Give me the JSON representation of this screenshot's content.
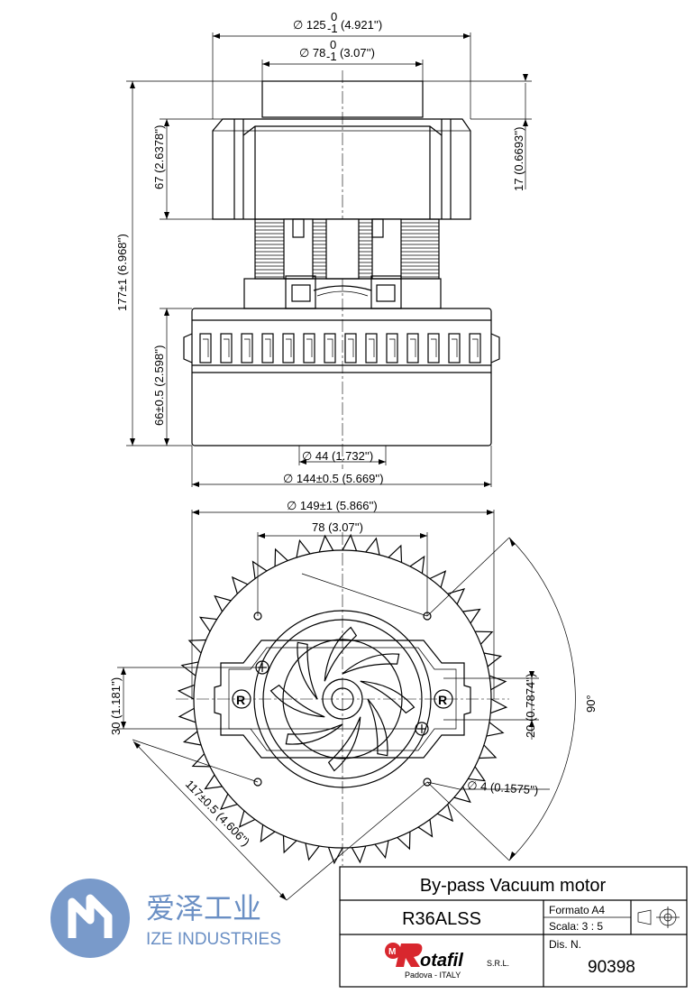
{
  "dimensions": {
    "d125": "∅ 125",
    "d125_tol_up": "0",
    "d125_tol_dn": "-1",
    "d125_in": "(4.921'')",
    "d78": "∅ 78",
    "d78_tol_up": "0",
    "d78_tol_dn": "-1",
    "d78_in": "(3.07'')",
    "h67": "67 (2.6378'')",
    "h17": "17 (0.6693'')",
    "h177": "177±1 (6.968'')",
    "h66": "66±0.5 (2.598'')",
    "d44": "∅ 44 (1.732'')",
    "d144": "∅ 144±0.5 (5.669'')",
    "d149": "∅ 149±1 (5.866'')",
    "w78": "78 (3.07'')",
    "v30": "30 (1.181'')",
    "v20": "20 (0.7874'')",
    "d4": "∅ 4 (0.1575'')",
    "diag117": "117±0.5 (4.606'')",
    "angle90": "90°"
  },
  "title_block": {
    "title": "By-pass Vacuum motor",
    "model": "R36ALSS",
    "format": "Formato A4",
    "scale": "Scala: 3 : 5",
    "dis_label": "Dis. N.",
    "dis_number": "90398",
    "company": "otafil",
    "company_suffix": "S.R.L.",
    "company_location": "Padova - ITALY"
  },
  "watermark": {
    "chinese": "爱泽工业",
    "english": "IZE INDUSTRIES"
  },
  "colors": {
    "watermark_blue": "#6a8fc4",
    "logo_red": "#d8272e"
  }
}
